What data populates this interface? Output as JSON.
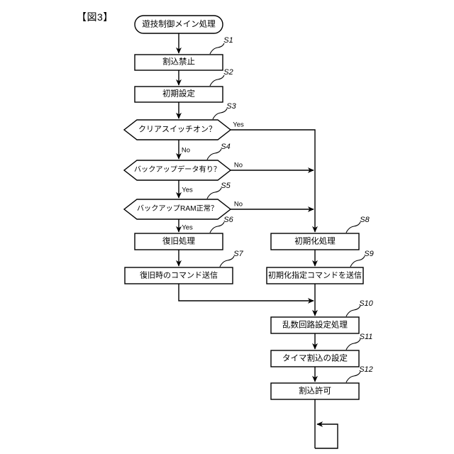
{
  "figure": {
    "label": "【図3】",
    "title_node": "遊技制御メイン処理"
  },
  "nodes": [
    {
      "id": "start",
      "shape": "stadium",
      "text": "遊技制御メイン処理",
      "step": ""
    },
    {
      "id": "s1",
      "shape": "process",
      "text": "割込禁止",
      "step": "S1"
    },
    {
      "id": "s2",
      "shape": "process",
      "text": "初期設定",
      "step": "S2"
    },
    {
      "id": "s3",
      "shape": "decision",
      "text": "クリアスイッチオン？",
      "step": "S3"
    },
    {
      "id": "s4",
      "shape": "decision",
      "text": "バックアップデータ有り？",
      "step": "S4"
    },
    {
      "id": "s5",
      "shape": "decision",
      "text": "バックアップRAM正常？",
      "step": "S5"
    },
    {
      "id": "s6",
      "shape": "process",
      "text": "復旧処理",
      "step": "S6"
    },
    {
      "id": "s7",
      "shape": "process",
      "text": "復旧時のコマンド送信",
      "step": "S7"
    },
    {
      "id": "s8",
      "shape": "process",
      "text": "初期化処理",
      "step": "S8"
    },
    {
      "id": "s9",
      "shape": "process",
      "text": "初期化指定コマンドを送信",
      "step": "S9"
    },
    {
      "id": "s10",
      "shape": "process",
      "text": "乱数回路設定処理",
      "step": "S10"
    },
    {
      "id": "s11",
      "shape": "process",
      "text": "タイマ割込の設定",
      "step": "S11"
    },
    {
      "id": "s12",
      "shape": "process",
      "text": "割込許可",
      "step": "S12"
    }
  ],
  "branches": {
    "s3_yes": "Yes",
    "s3_no": "No",
    "s4_no": "No",
    "s4_yes": "Yes",
    "s5_no": "No",
    "s5_yes": "Yes"
  },
  "colors": {
    "stroke": "#000000",
    "background": "#ffffff",
    "text": "#000000"
  }
}
